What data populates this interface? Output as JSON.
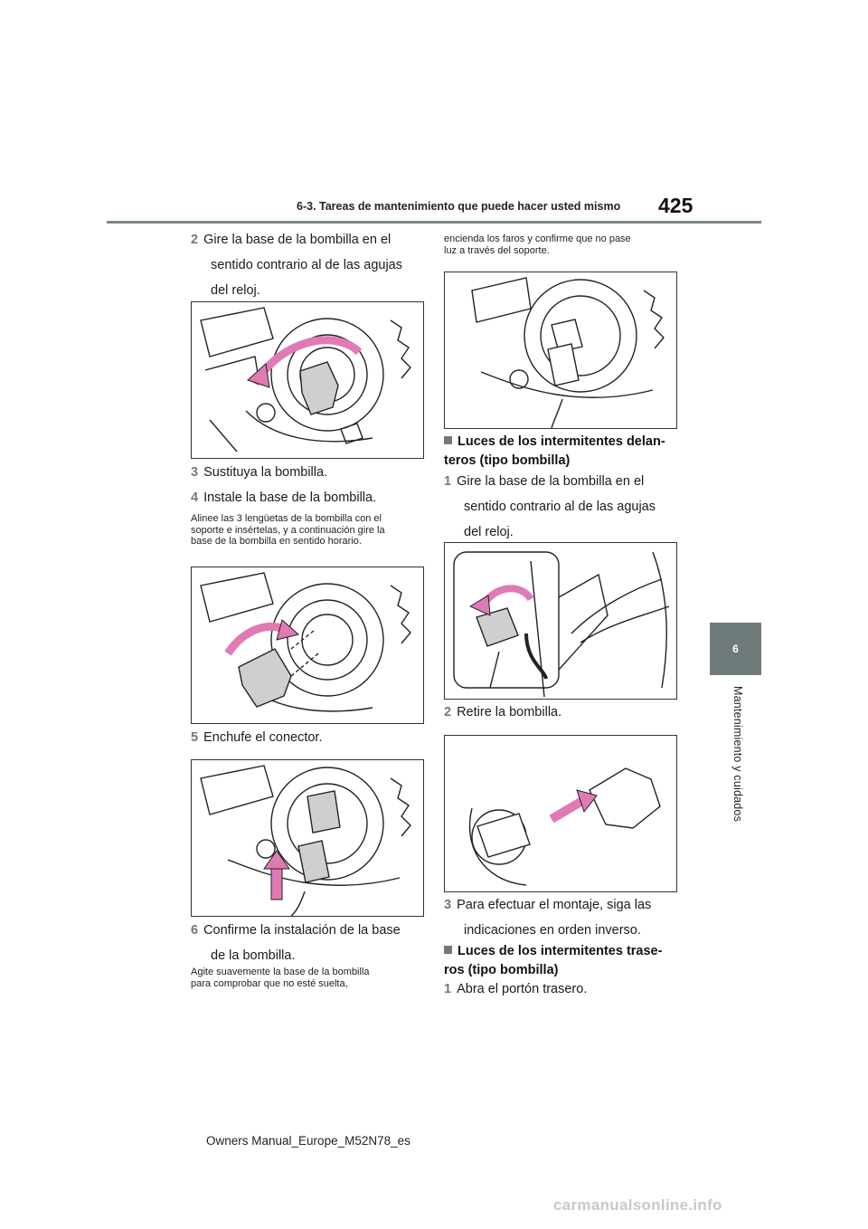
{
  "header": {
    "section_title": "6-3. Tareas de mantenimiento que puede hacer usted mismo",
    "page_number": "425"
  },
  "side_tab": {
    "number": "6",
    "label": "Mantenimiento y cuidados"
  },
  "left_column": {
    "step2": {
      "num": "2",
      "line1": "Gire la base de la bombilla en el",
      "line2": "sentido contrario al de las agujas",
      "line3": "del reloj."
    },
    "step3": {
      "num": "3",
      "text": "Sustituya la bombilla."
    },
    "step4": {
      "num": "4",
      "text": "Instale la base de la bombilla."
    },
    "note4": [
      "Alinee las 3 lengüetas de la bombilla con el",
      "soporte e insértelas, y a continuación gire la",
      "base de la bombilla en sentido horario."
    ],
    "step5": {
      "num": "5",
      "text": "Enchufe el conector."
    },
    "step6": {
      "num": "6",
      "line1": "Confirme la instalación de la base",
      "line2": "de la bombilla."
    },
    "note6": [
      "Agite suavemente la base de la bombilla",
      "para comprobar que no esté suelta,"
    ]
  },
  "right_column": {
    "note_cont": [
      "encienda los faros y confirme que no pase",
      "luz a través del soporte."
    ],
    "heading_front": {
      "line1": "Luces de los intermitentes delan-",
      "line2": "teros (tipo bombilla)"
    },
    "front_step1": {
      "num": "1",
      "line1": "Gire la base de la bombilla en el",
      "line2": "sentido contrario al de las agujas",
      "line3": "del reloj."
    },
    "front_step2": {
      "num": "2",
      "text": "Retire la bombilla."
    },
    "front_step3": {
      "num": "3",
      "line1": "Para efectuar el montaje, siga las",
      "line2": "indicaciones en orden inverso."
    },
    "heading_rear": {
      "line1": "Luces de los intermitentes trase-",
      "line2": "ros (tipo bombilla)"
    },
    "rear_step1": {
      "num": "1",
      "text": "Abra el portón trasero."
    }
  },
  "footer": {
    "text": "Owners Manual_Europe_M52N78_es"
  },
  "watermark": {
    "text": "carmanualsonline.info"
  },
  "colors": {
    "accent": "#6f7b7a",
    "arrow": "#e07ab5"
  }
}
